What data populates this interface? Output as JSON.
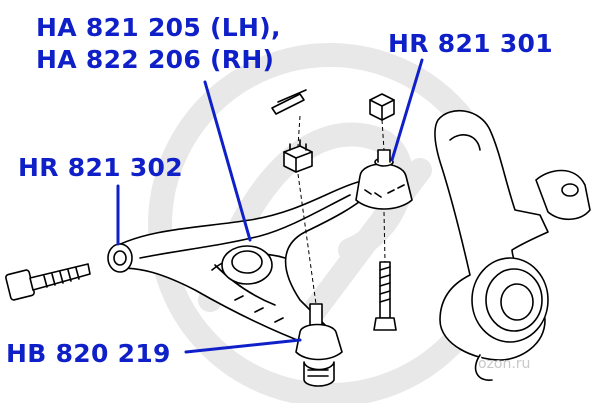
{
  "labels": {
    "arm_line1": "HA 821 205 (LH),",
    "arm_line2": "HA 822 206 (RH)",
    "ball_joint_upper": "HR 821 301",
    "bushing": "HR 821 302",
    "ball_joint_lower": "HB 820 219"
  },
  "watermark": "ozon.ru",
  "colors": {
    "label": "#1020c8",
    "leader": "#1020c8",
    "drawing": "#000000",
    "logo_watermark": "#e6e6e6"
  }
}
